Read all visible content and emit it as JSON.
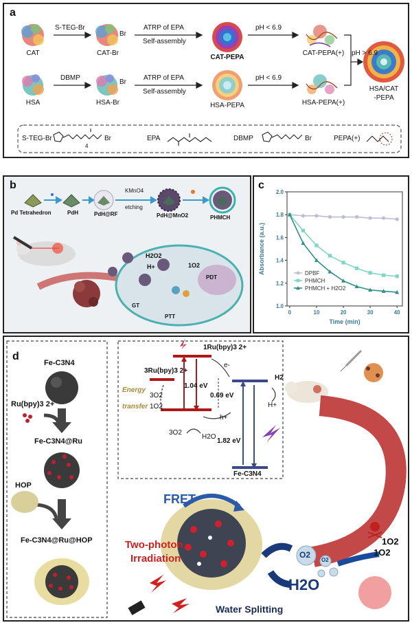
{
  "panel_a": {
    "label": "a",
    "row1": {
      "start": "CAT",
      "step1": "S-TEG-Br",
      "mid": "CAT-Br",
      "br": "Br",
      "step2a": "ATRP of EPA",
      "step2b": "Self-assembly",
      "assembly": "CAT-PEPA",
      "step3": "pH < 6.9",
      "end": "CAT-PEPA(+)"
    },
    "row2": {
      "start": "HSA",
      "step1": "DBMP",
      "mid": "HSA-Br",
      "br": "Br",
      "step2a": "ATRP of EPA",
      "step2b": "Self-assembly",
      "assembly": "HSA-PEPA",
      "step3": "pH < 6.9",
      "end": "HSA-PEPA(+)"
    },
    "merge_condition": "pH > 6.9",
    "product_line1": "HSA/CAT",
    "product_line2": "-PEPA",
    "legend": {
      "steg": "S-TEG-Br",
      "epa": "EPA",
      "dbmp": "DBMP",
      "pepa": "PEPA(+)",
      "br_label": "Br",
      "n_label": "4"
    }
  },
  "panel_b": {
    "label": "b",
    "steps": [
      "Pd Tetrahedron",
      "PdH",
      "PdH@RF",
      "PdH@MnO2",
      "PHMCH"
    ],
    "etch_a": "KMnO4",
    "etch_b": "etching",
    "tags": {
      "gt": "GT",
      "ptt": "PTT",
      "pdt": "PDT",
      "h2o2": "H2O2",
      "h": "H+",
      "o2": "1O2"
    }
  },
  "panel_c": {
    "label": "c"
  },
  "chart_data": {
    "type": "line",
    "xlabel": "Time (min)",
    "ylabel": "Absorbance (a.u.)",
    "xlim": [
      -1,
      42
    ],
    "ylim": [
      1.0,
      2.0
    ],
    "xticks": [
      0,
      10,
      20,
      30,
      40
    ],
    "yticks": [
      1.0,
      1.2,
      1.4,
      1.6,
      1.8,
      2.0
    ],
    "legend_position": "bottom-left",
    "series": [
      {
        "name": "DPBF",
        "color": "#bcbcd6",
        "marker": "circle",
        "x": [
          0,
          5,
          10,
          15,
          20,
          25,
          30,
          35,
          40
        ],
        "y": [
          1.8,
          1.79,
          1.79,
          1.78,
          1.78,
          1.78,
          1.77,
          1.77,
          1.76
        ]
      },
      {
        "name": "PHMCH",
        "color": "#7fd6c2",
        "marker": "square",
        "x": [
          0,
          5,
          10,
          15,
          20,
          25,
          30,
          35,
          40
        ],
        "y": [
          1.8,
          1.66,
          1.53,
          1.44,
          1.38,
          1.33,
          1.29,
          1.27,
          1.26
        ]
      },
      {
        "name": "PHMCH + H2O2",
        "color": "#2f8f86",
        "marker": "triangle",
        "x": [
          0,
          5,
          10,
          15,
          20,
          25,
          30,
          35,
          40
        ],
        "y": [
          1.8,
          1.55,
          1.4,
          1.3,
          1.22,
          1.17,
          1.14,
          1.13,
          1.12
        ]
      }
    ]
  },
  "panel_d": {
    "label": "d",
    "flow": {
      "fec3n4": "Fe-C3N4",
      "rubpy": "Ru(bpy)3 2+",
      "fec3n4_ru": "Fe-C3N4@Ru",
      "hop": "HOP",
      "final": "Fe-C3N4@Ru@HOP"
    },
    "energy": {
      "singlet": "1Ru(bpy)3 2+",
      "triplet": "3Ru(bpy)3 2+",
      "energy_word": "Energy",
      "transfer_word": "transfer",
      "o2_3": "3O2",
      "o2_1": "1O2",
      "o2_3_bottom": "3O2",
      "h2o": "H2O",
      "h2": "H2",
      "hplus": "H+",
      "eminus": "e-",
      "hplus_hole": "h+",
      "ev1": "1.04 eV",
      "ev2": "0.69 eV",
      "ev3": "1.82 eV",
      "fec3n4": "Fe-C3N4"
    },
    "scene": {
      "fret": "FRET",
      "two_photon_1": "Two-photon",
      "two_photon_2": "Irradiation",
      "water_splitting": "Water Splitting",
      "h2o": "H2O",
      "o2_big": "O2",
      "o2_small": "O2",
      "singlet_o2_a": "1O2",
      "singlet_o2_b": "1O2"
    }
  }
}
